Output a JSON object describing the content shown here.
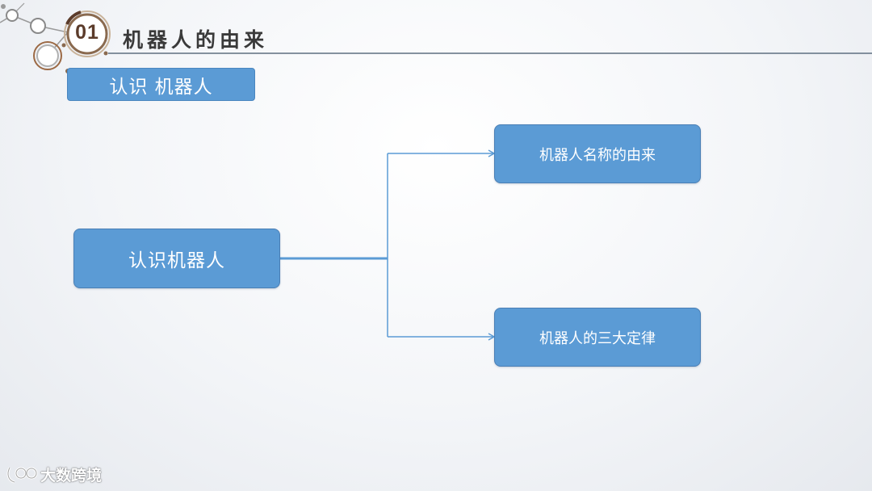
{
  "header": {
    "number": "01",
    "title": "机器人的由来"
  },
  "tag": {
    "label": "认识 机器人"
  },
  "diagram": {
    "root": "认识机器人",
    "children": [
      "机器人名称的由来",
      "机器人的三大定律"
    ]
  },
  "watermark": {
    "text": "大数跨境"
  },
  "colors": {
    "box_fill": "#5b9bd5",
    "connector": "#5b9bd5",
    "badge_ring": "#8a6a4f",
    "header_line": "#5e6f80"
  }
}
